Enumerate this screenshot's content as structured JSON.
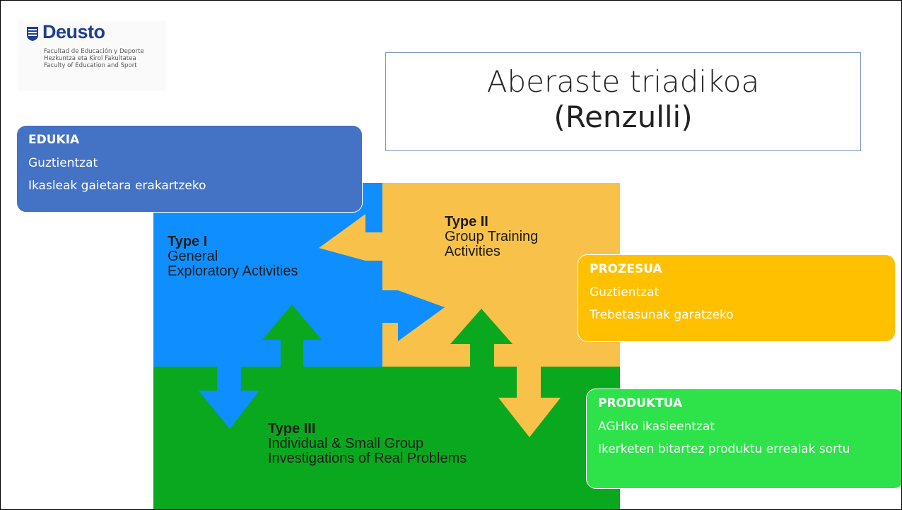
{
  "logo": {
    "brand": "Deusto",
    "lines": [
      "Facultad de Educación y Deporte",
      "Hezkuntza eta Kirol Fakultatea",
      "Faculty of Education and Sport"
    ]
  },
  "title": {
    "line1": "Aberaste triadikoa",
    "line2": "(Renzulli)"
  },
  "diagram": {
    "type1": {
      "title": "Type I",
      "lines": [
        "General",
        "Exploratory Activities"
      ]
    },
    "type2": {
      "title": "Type II",
      "lines": [
        "Group Training",
        "Activities"
      ]
    },
    "type3": {
      "title": "Type III",
      "lines": [
        "Individual & Small Group",
        "Investigations of Real Problems"
      ]
    }
  },
  "boxes": {
    "edukia": {
      "heading": "EDUKIA",
      "line1": "Guztientzat",
      "line2": "Ikasleak gaietara erakartzeko"
    },
    "prozesua": {
      "heading": "PROZESUA",
      "line1": "Guztientzat",
      "line2": "Trebetasunak garatzeko"
    },
    "produktua": {
      "heading": "PRODUKTUA",
      "line1": "AGHko ikasleentzat",
      "line2": "Ikerketen bitartez produktu errealak sortu"
    }
  },
  "colors": {
    "type1": "#0f8fff",
    "type2": "#f8c24a",
    "type3": "#0aa81e",
    "edukia": "#4472c4",
    "prozesua": "#ffc000",
    "produktua": "#2ee24a"
  }
}
